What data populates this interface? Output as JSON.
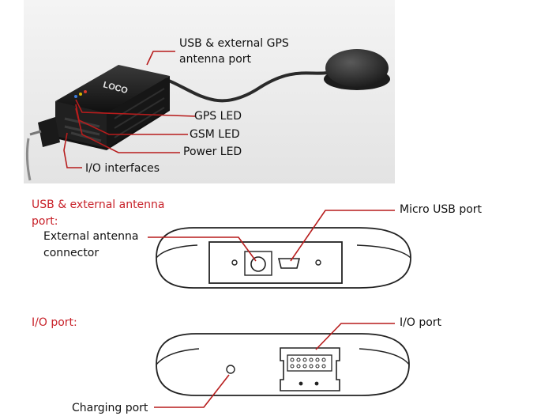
{
  "product": {
    "brand": "LOCO"
  },
  "photo_labels": {
    "usb_gps_port_line1": "USB & external GPS",
    "usb_gps_port_line2": "antenna port",
    "gps_led": "GPS LED",
    "gsm_led": "GSM LED",
    "power_led": "Power LED",
    "io_interfaces": "I/O interfaces"
  },
  "front_view": {
    "heading_line1": "USB  &  external  antenna",
    "heading_line2": "port:",
    "external_antenna_line1": "External  antenna",
    "external_antenna_line2": "connector",
    "micro_usb": "Micro USB port"
  },
  "back_view": {
    "heading": "I/O port:",
    "io_port": "I/O port",
    "charging_port": "Charging port"
  },
  "colors": {
    "leader_line": "#b71c1c",
    "heading_text": "#c8222a",
    "device_body": "#1b1b1b"
  }
}
